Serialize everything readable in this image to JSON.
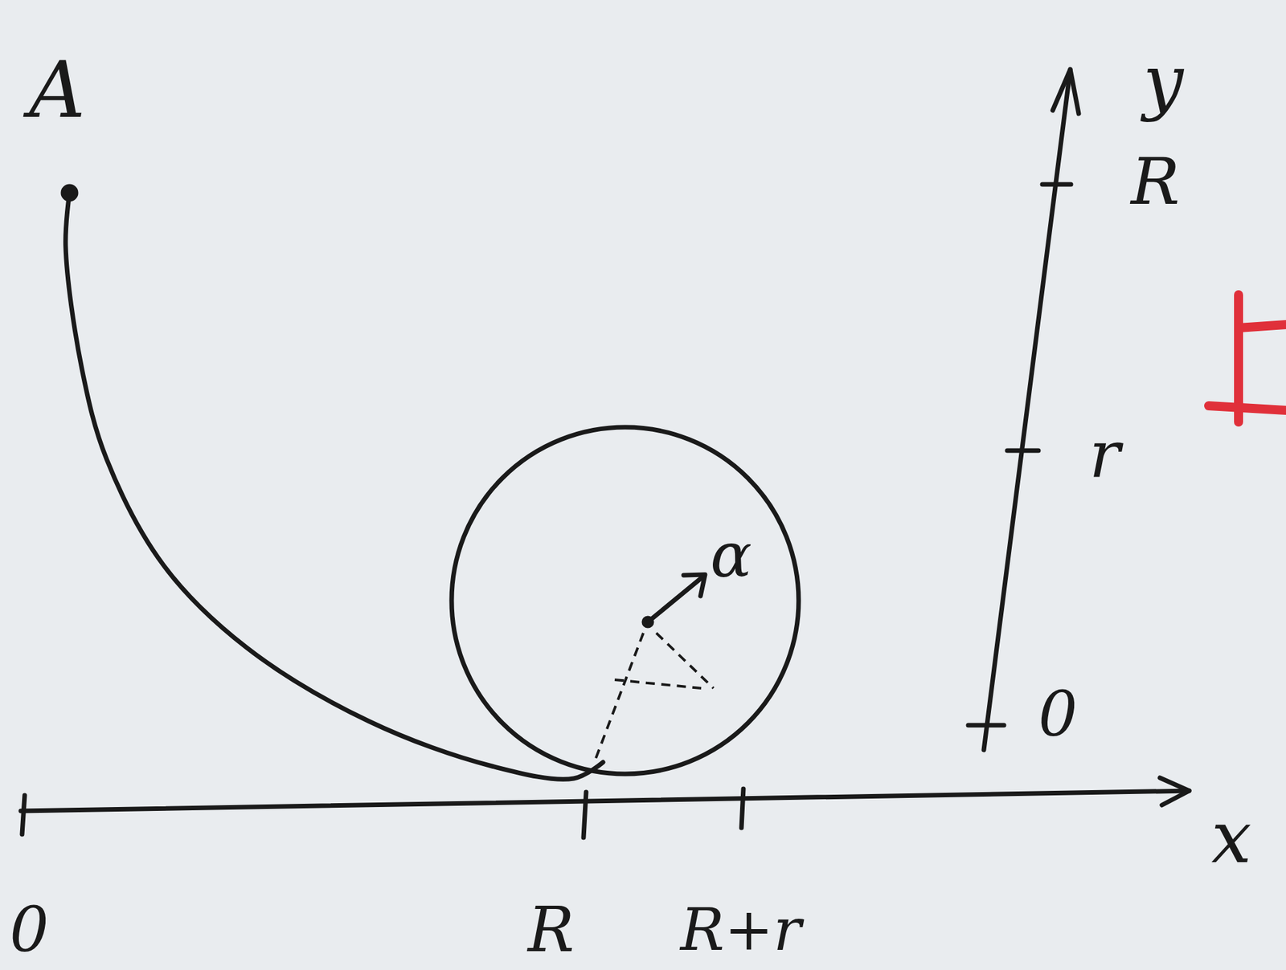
{
  "diagram": {
    "labels": [
      "A",
      "y",
      "R",
      "r",
      "0",
      "α",
      "x",
      "0",
      "R",
      "R+r"
    ]
  }
}
